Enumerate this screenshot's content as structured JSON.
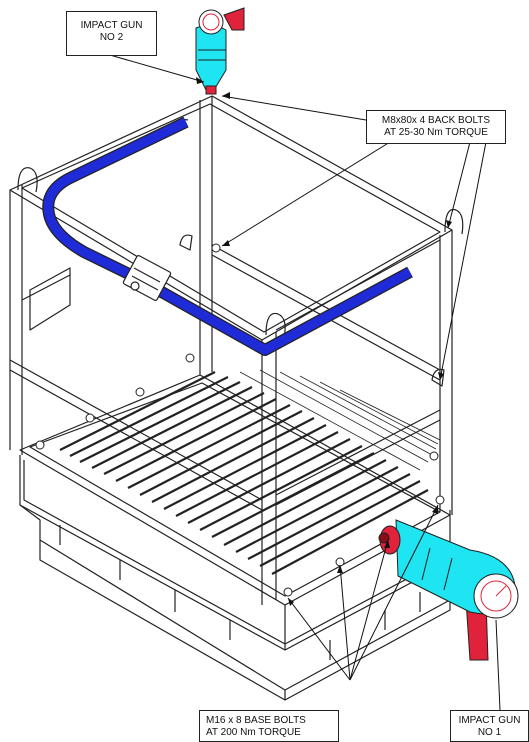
{
  "callouts": {
    "impact_gun_2": [
      "IMPACT GUN",
      "NO 2"
    ],
    "back_bolts": [
      "M8x80x 4 BACK BOLTS",
      "AT 25-30 Nm TORQUE"
    ],
    "base_bolts": [
      "M16 x 8 BASE BOLTS",
      "AT 200 Nm TORQUE"
    ],
    "impact_gun_1": [
      "IMPACT GUN",
      "NO 1"
    ]
  },
  "colors": {
    "strap": "#1e2bd6",
    "gun_body": "#1fe4f2",
    "gun_handle": "#e0223a",
    "line": "#222222"
  },
  "icons": [
    "impact-gun-icon",
    "torque-gauge-icon",
    "ratchet-buckle-icon",
    "lifting-eye-icon"
  ]
}
